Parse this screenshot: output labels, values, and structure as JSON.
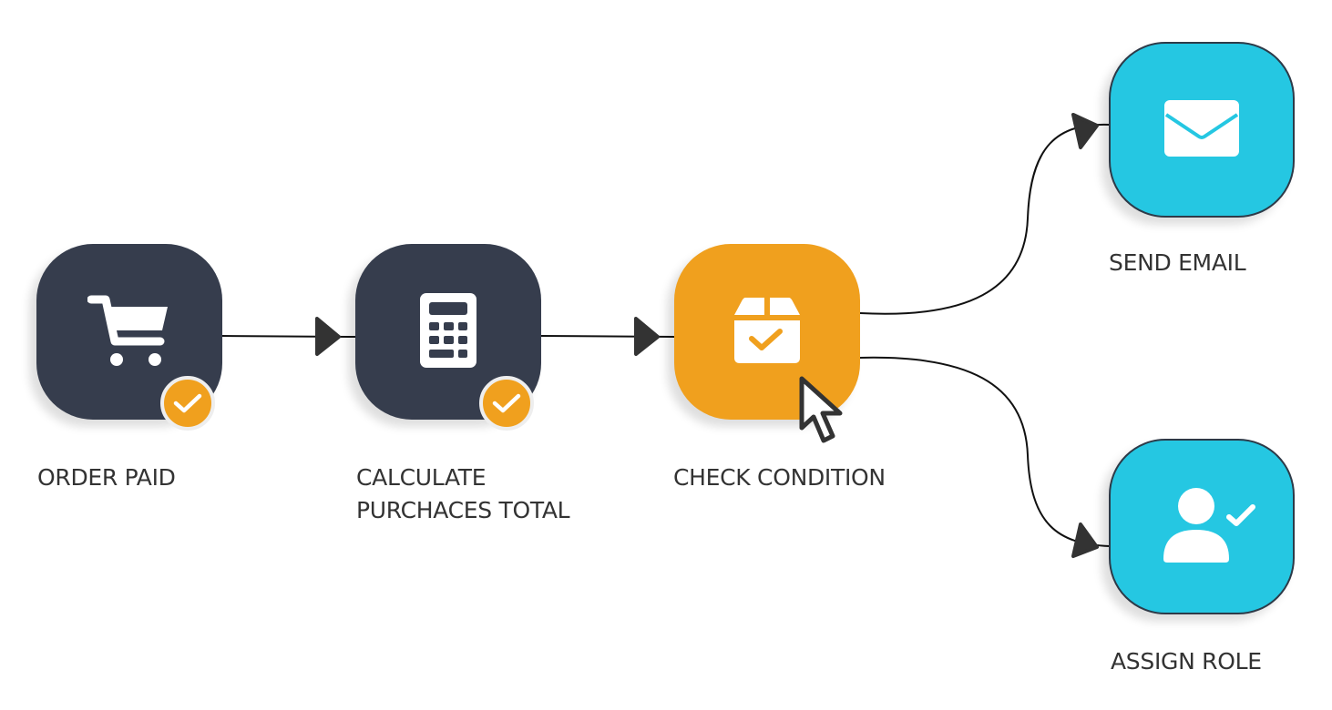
{
  "diagram": {
    "type": "workflow",
    "colors": {
      "node_dark": "#363d4d",
      "node_active": "#f0a01e",
      "node_action": "#25c7e2",
      "badge": "#f0a01e",
      "edge": "#111111",
      "arrowhead": "#333333",
      "label": "#333333"
    },
    "nodes": [
      {
        "id": "order_paid",
        "label_lines": [
          "ORDER PAID"
        ],
        "icon": "shopping-cart-icon",
        "status": "completed",
        "badge_icon": "checkmark-icon"
      },
      {
        "id": "calculate_total",
        "label_lines": [
          "CALCULATE",
          "PURCHACES TOTAL"
        ],
        "icon": "calculator-icon",
        "status": "completed",
        "badge_icon": "checkmark-icon"
      },
      {
        "id": "check_condition",
        "label_lines": [
          "CHECK CONDITION"
        ],
        "icon": "box-check-icon",
        "status": "active"
      },
      {
        "id": "send_email",
        "label_lines": [
          "SEND EMAIL"
        ],
        "icon": "envelope-icon",
        "status": "pending"
      },
      {
        "id": "assign_role",
        "label_lines": [
          "ASSIGN ROLE"
        ],
        "icon": "user-check-icon",
        "status": "pending"
      }
    ],
    "edges": [
      {
        "from": "order_paid",
        "to": "calculate_total"
      },
      {
        "from": "calculate_total",
        "to": "check_condition"
      },
      {
        "from": "check_condition",
        "to": "send_email"
      },
      {
        "from": "check_condition",
        "to": "assign_role"
      }
    ],
    "cursor": {
      "type": "arrow-pointer",
      "over": "check_condition"
    }
  }
}
